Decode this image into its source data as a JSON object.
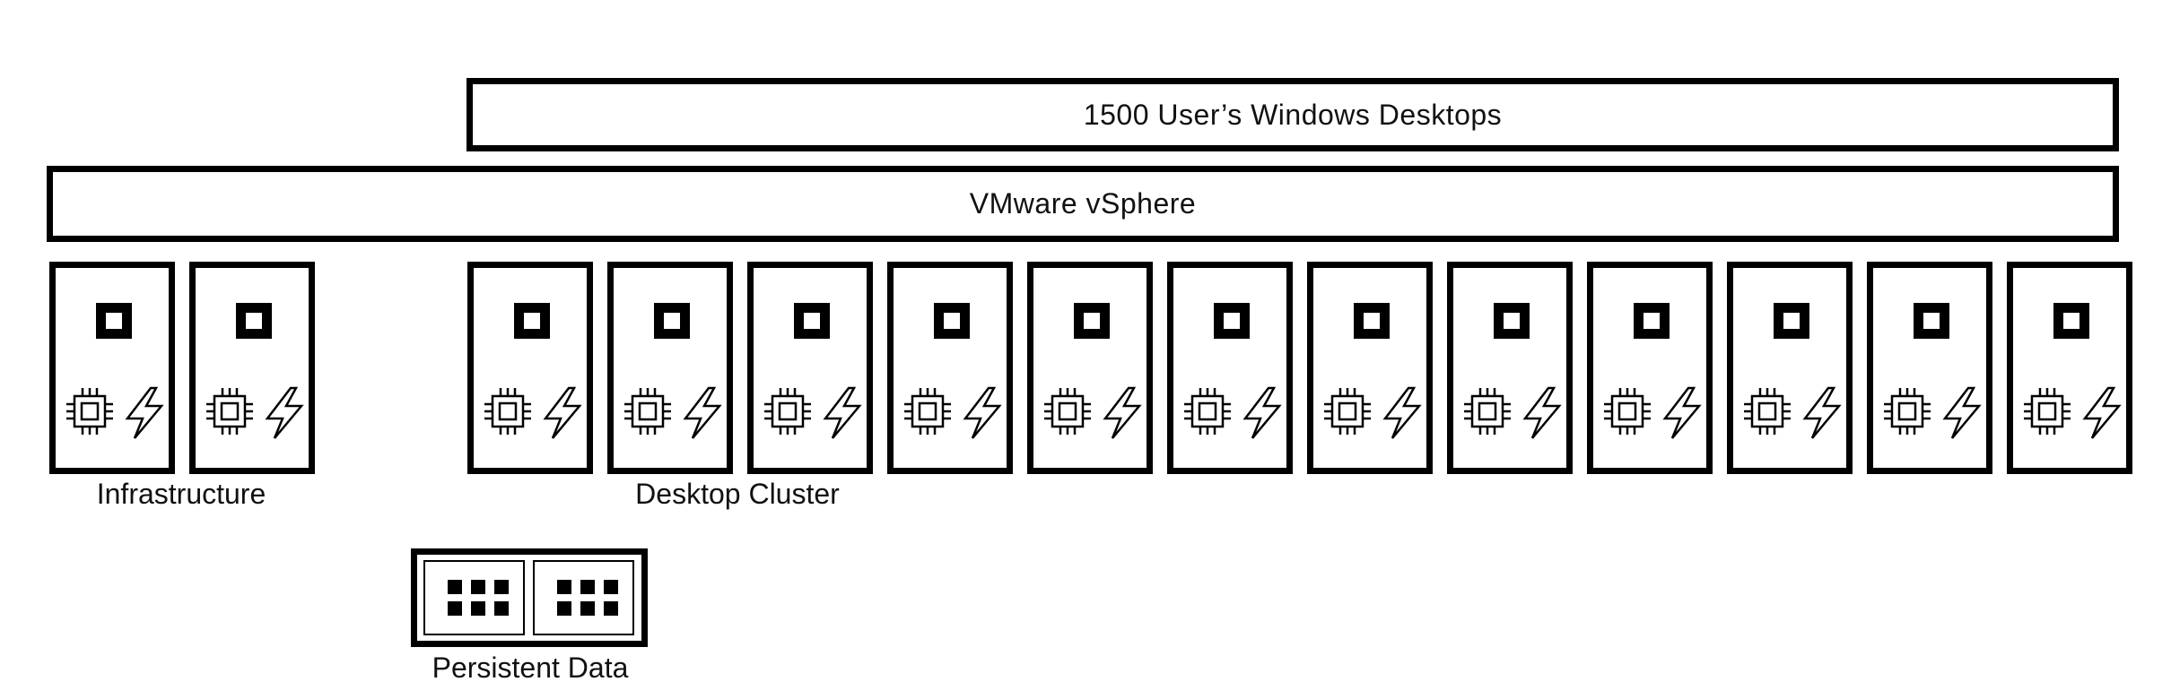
{
  "layers": {
    "desktops": "1500 User’s Windows Desktops",
    "hypervisor": "VMware vSphere"
  },
  "groups": {
    "infrastructure": {
      "label": "Infrastructure",
      "server_count": 2
    },
    "desktop_cluster": {
      "label": "Desktop Cluster",
      "server_count": 12
    },
    "storage": {
      "label": "Persistent Data",
      "bay_count": 2
    }
  },
  "icons": {
    "server_disk": "disk-icon",
    "server_cpu": "cpu-chip-icon",
    "server_power": "lightning-bolt-icon",
    "storage_bay": "storage-bay-icon"
  },
  "colors": {
    "stroke": "#000000",
    "background": "#ffffff"
  }
}
